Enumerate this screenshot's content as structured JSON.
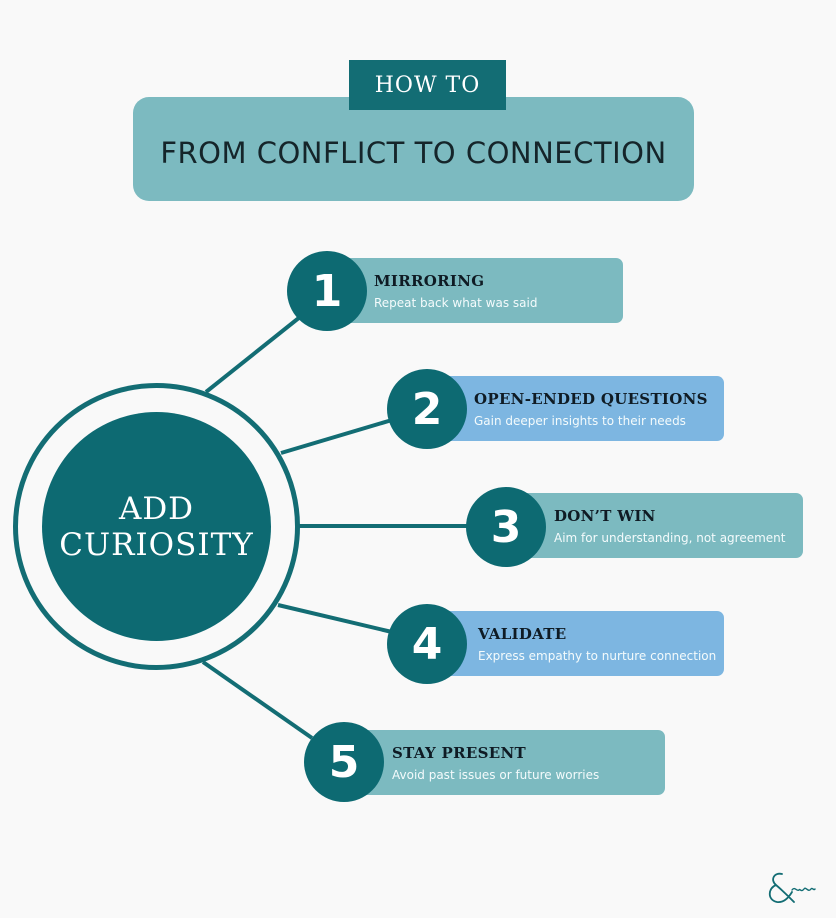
{
  "header": {
    "tag": "HOW TO",
    "title": "FROM CONFLICT TO CONNECTION"
  },
  "center": {
    "line1": "ADD",
    "line2": "CURIOSITY"
  },
  "steps": [
    {
      "number": "1",
      "title": "MIRRORING",
      "description": "Repeat back what was said"
    },
    {
      "number": "2",
      "title": "OPEN-ENDED QUESTIONS",
      "description": "Gain deeper insights to their needs"
    },
    {
      "number": "3",
      "title": "DON’T WIN",
      "description": "Aim for understanding, not agreement"
    },
    {
      "number": "4",
      "title": "VALIDATE",
      "description": "Express empathy to nurture connection"
    },
    {
      "number": "5",
      "title": "STAY PRESENT",
      "description": "Avoid past issues or future worries"
    }
  ],
  "colors": {
    "dark_teal": "#0d6a72",
    "light_teal": "#7cbac0",
    "light_blue": "#7db6e1",
    "background": "#f9f9f9"
  },
  "logo": {
    "icon": "ampersand-you-logo",
    "text": "&you"
  }
}
